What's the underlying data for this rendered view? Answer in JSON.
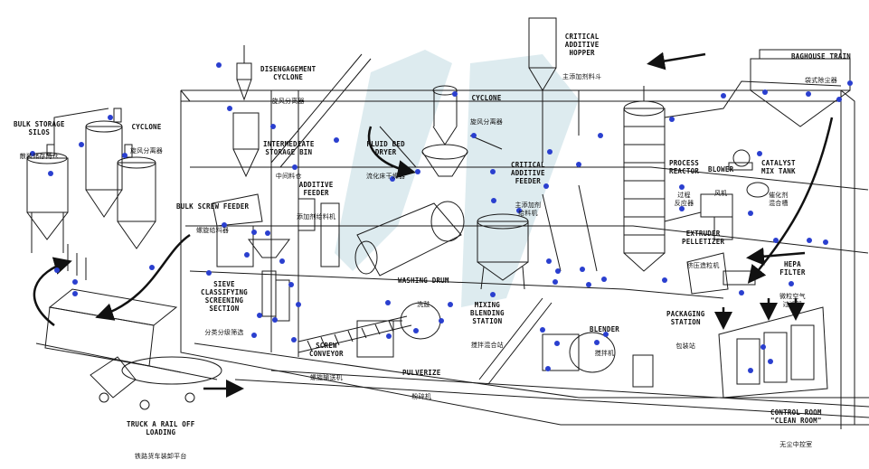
{
  "colors": {
    "line": "#1a1a1a",
    "sensor": "#2a3fcf",
    "watermark": "#cfe3e8",
    "arrow": "#111111"
  },
  "labels": {
    "bulk_storage": {
      "en": "BULK STORAGE\nSILOS",
      "zh": "散装储存筒仓"
    },
    "cyclone_left": {
      "en": "CYCLONE",
      "zh": "旋风分离器"
    },
    "disengagement_cyclone": {
      "en": "DISENGAGEMENT\nCYCLONE",
      "zh": "旋风分离器"
    },
    "intermediate_bin": {
      "en": "INTERMEDIATE\nSTORAGE BIN",
      "zh": "中间料仓"
    },
    "fluid_bed": {
      "en": "FLUID BED\nDRYER",
      "zh": "流化床干燥器"
    },
    "cyclone_mid": {
      "en": "CYCLONE",
      "zh": "旋风分离器"
    },
    "critical_hopper": {
      "en": "CRITICAL\nADDITIVE\nHOPPER",
      "zh": "主添加剂料斗"
    },
    "baghouse": {
      "en": "BAGHOUSE TRAIN",
      "zh": "袋式除尘器"
    },
    "process_reactor": {
      "en": "PROCESS\nREACTOR",
      "zh": "过程\n反应器"
    },
    "blower": {
      "en": "BLOWER",
      "zh": "风机"
    },
    "catalyst_tank": {
      "en": "CATALYST\nMIX TANK",
      "zh": "催化剂\n混合槽"
    },
    "additive_feeder": {
      "en": "ADDITIVE\nFEEDER",
      "zh": "添加剂给料机"
    },
    "critical_feeder": {
      "en": "CRITICAL\nADDITIVE\nFEEDER",
      "zh": "主添加剂\n给料机"
    },
    "bulk_screw_feeder": {
      "en": "BULK SCREW FEEDER",
      "zh": "螺旋给料器"
    },
    "extruder": {
      "en": "EXTRUDER\nPELLETIZER",
      "zh": "挤压造粒机"
    },
    "hepa": {
      "en": "HEPA\nFILTER",
      "zh": "微粒空气\n过滤器"
    },
    "washing_drum": {
      "en": "WASHING DRUM",
      "zh": "洗鼓"
    },
    "sieve": {
      "en": "SIEVE\nCLASSIFYING\nSCREENING\nSECTION",
      "zh": "分类分级筛选"
    },
    "mixing_station": {
      "en": "MIXING\nBLENDING\nSTATION",
      "zh": "搅拌混合站"
    },
    "packaging": {
      "en": "PACKAGING\nSTATION",
      "zh": "包装站"
    },
    "screw_conveyor": {
      "en": "SCREW\nCONVEYOR",
      "zh": "螺旋输送机"
    },
    "blender": {
      "en": "BLENDER",
      "zh": "搅拌机"
    },
    "pulverize": {
      "en": "PULVERIZE",
      "zh": "粉碎机"
    },
    "control_room": {
      "en": "CONTROL ROOM\n\"CLEAN ROOM\"",
      "zh": "无尘中控室"
    },
    "truck_rail": {
      "en": "TRUCK A RAIL OFF\nLOADING",
      "zh": "铁路货车装卸平台"
    }
  }
}
